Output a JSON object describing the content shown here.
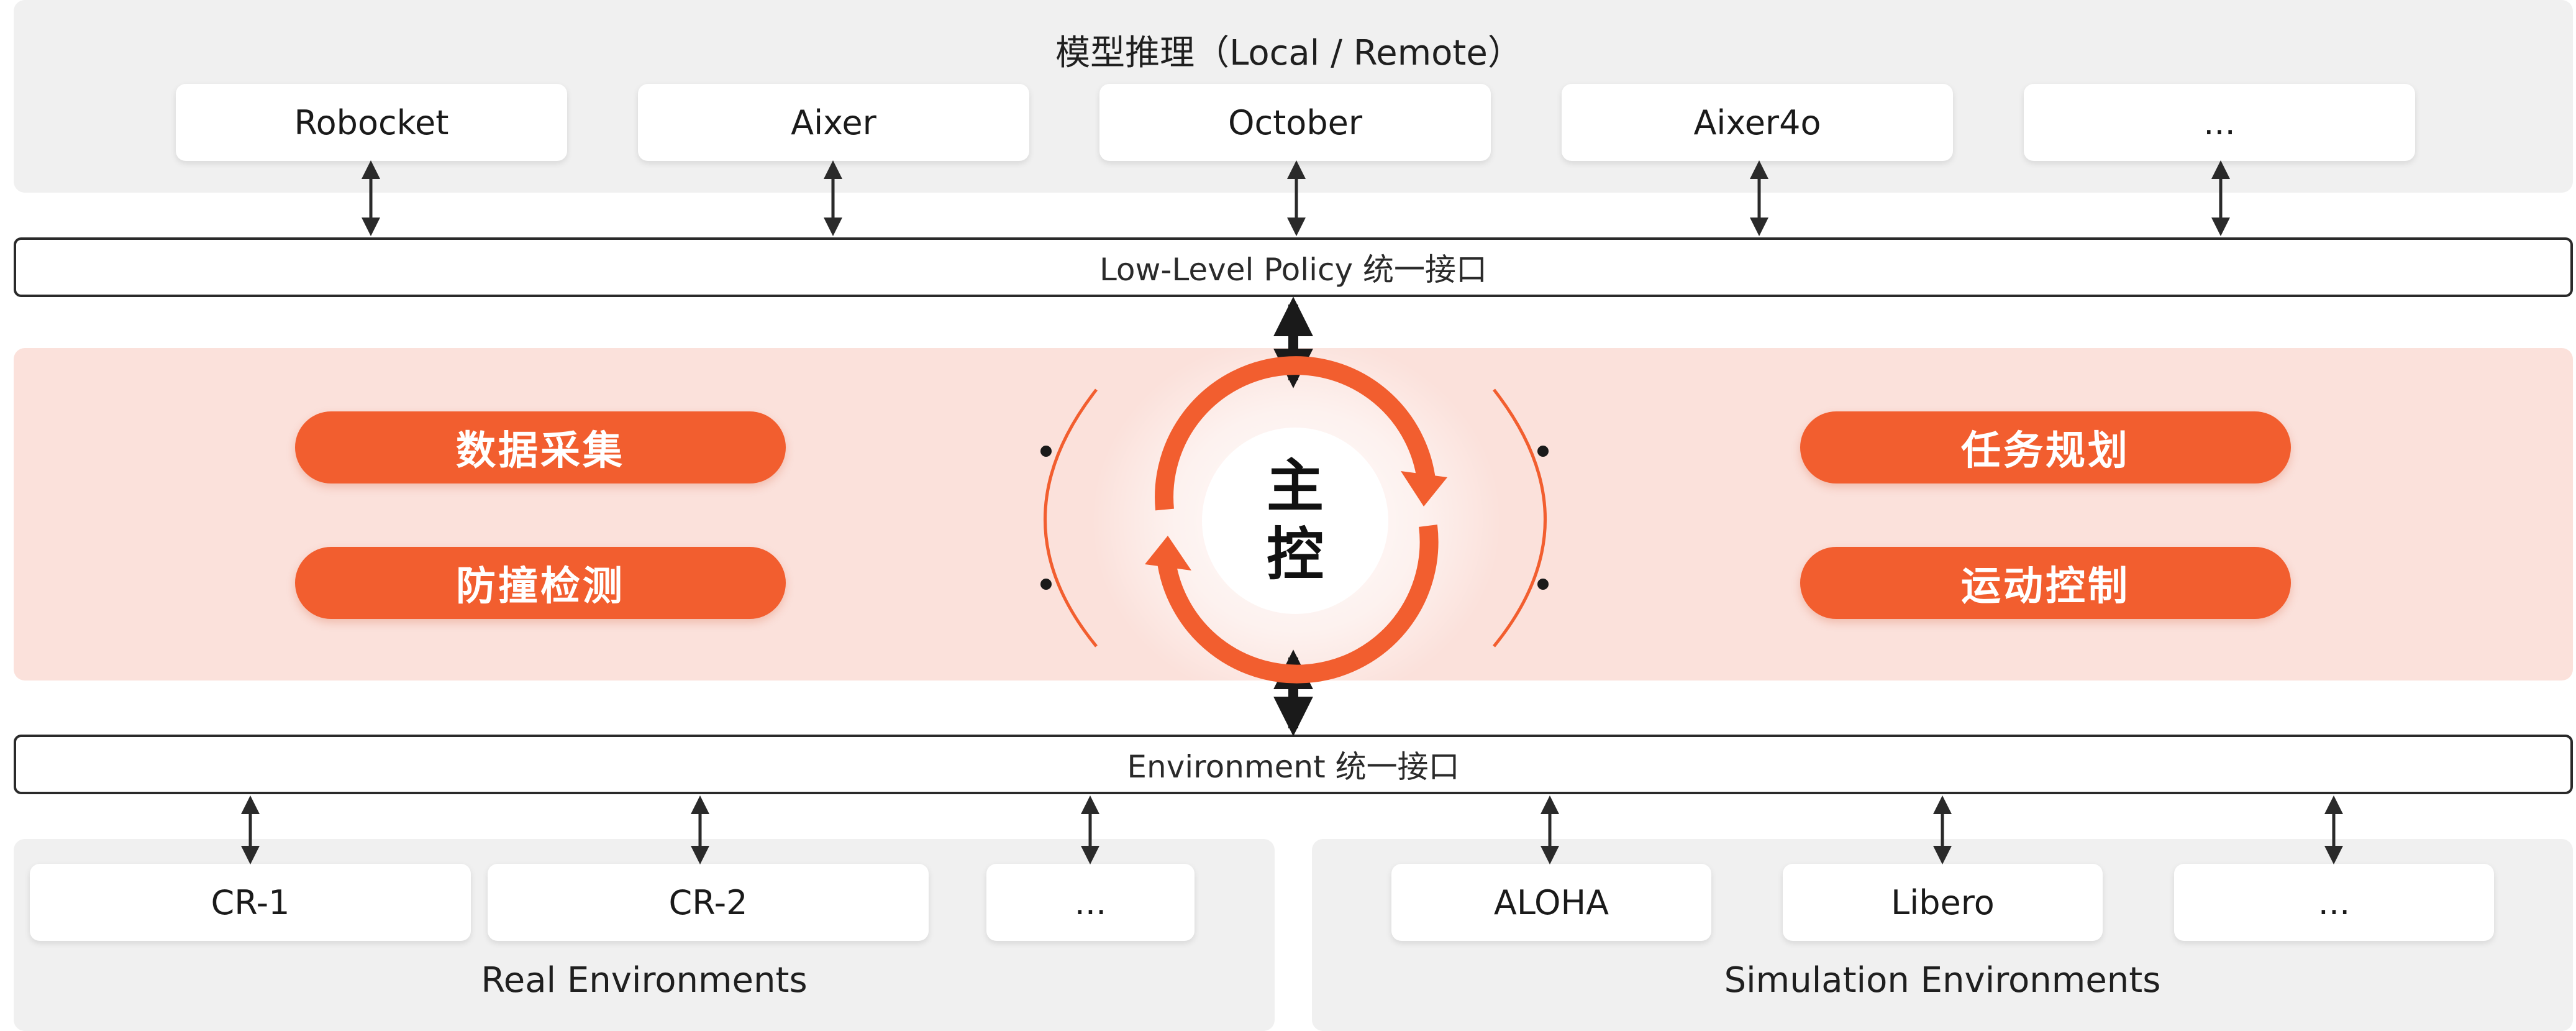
{
  "model_inference": {
    "title": "模型推理（Local / Remote）",
    "models": [
      "Robocket",
      "Aixer",
      "October",
      "Aixer4o",
      "..."
    ]
  },
  "policy_interface": {
    "label": "Low-Level Policy 统一接口"
  },
  "core": {
    "left_modules": [
      "数据采集",
      "防撞检测"
    ],
    "right_modules": [
      "任务规划",
      "运动控制"
    ],
    "center_chars": [
      "主",
      "控"
    ]
  },
  "environment_interface": {
    "label": "Environment 统一接口"
  },
  "real_environments": {
    "caption": "Real Environments",
    "items": [
      "CR-1",
      "CR-2",
      "..."
    ]
  },
  "simulation_environments": {
    "caption": "Simulation Environments",
    "items": [
      "ALOHA",
      "Libero",
      "..."
    ]
  },
  "colors": {
    "accent": "#f25e2f",
    "core_band": "#fbe1db",
    "panel": "#f0f0f0",
    "line": "#2a2a2a"
  }
}
